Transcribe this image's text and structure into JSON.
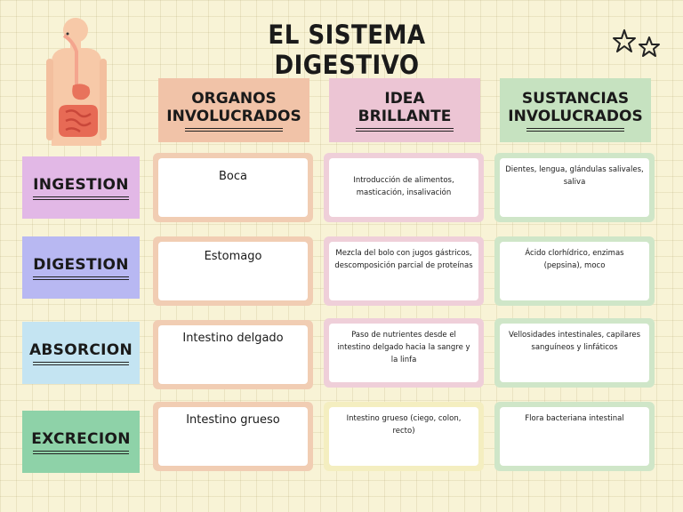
{
  "title": "EL SISTEMA DIGESTIVO",
  "headers": {
    "organos": "ORGANOS\nINVOLUCRADOS",
    "idea": "IDEA\nBRILLANTE",
    "sustancias": "SUSTANCIAS\nINVOLUCRADOS"
  },
  "rows": [
    {
      "label": "INGESTION",
      "color": "#e2b8e6",
      "organo": "Boca",
      "idea": "Introducción de alimentos, masticación, insalivación",
      "sustancias": "Dientes, lengua, glándulas salivales, saliva"
    },
    {
      "label": "DIGESTION",
      "color": "#b8b8f2",
      "organo": "Estomago",
      "idea": "Mezcla del bolo con jugos gástricos, descomposición parcial de proteínas",
      "sustancias": "Ácido clorhídrico, enzimas (pepsina), moco"
    },
    {
      "label": "ABSORCION",
      "color": "#c4e4f2",
      "organo": "Intestino delgado",
      "idea": "Paso de nutrientes desde el intestino delgado hacia la sangre y la linfa",
      "sustancias": "Vellosidades intestinales, capilares sanguíneos y linfáticos"
    },
    {
      "label": "EXCRECION",
      "color": "#8ed2a8",
      "organo": "Intestino grueso",
      "idea": "Intestino grueso (ciego, colon, recto)",
      "sustancias": "Flora bacteriana intestinal"
    }
  ]
}
